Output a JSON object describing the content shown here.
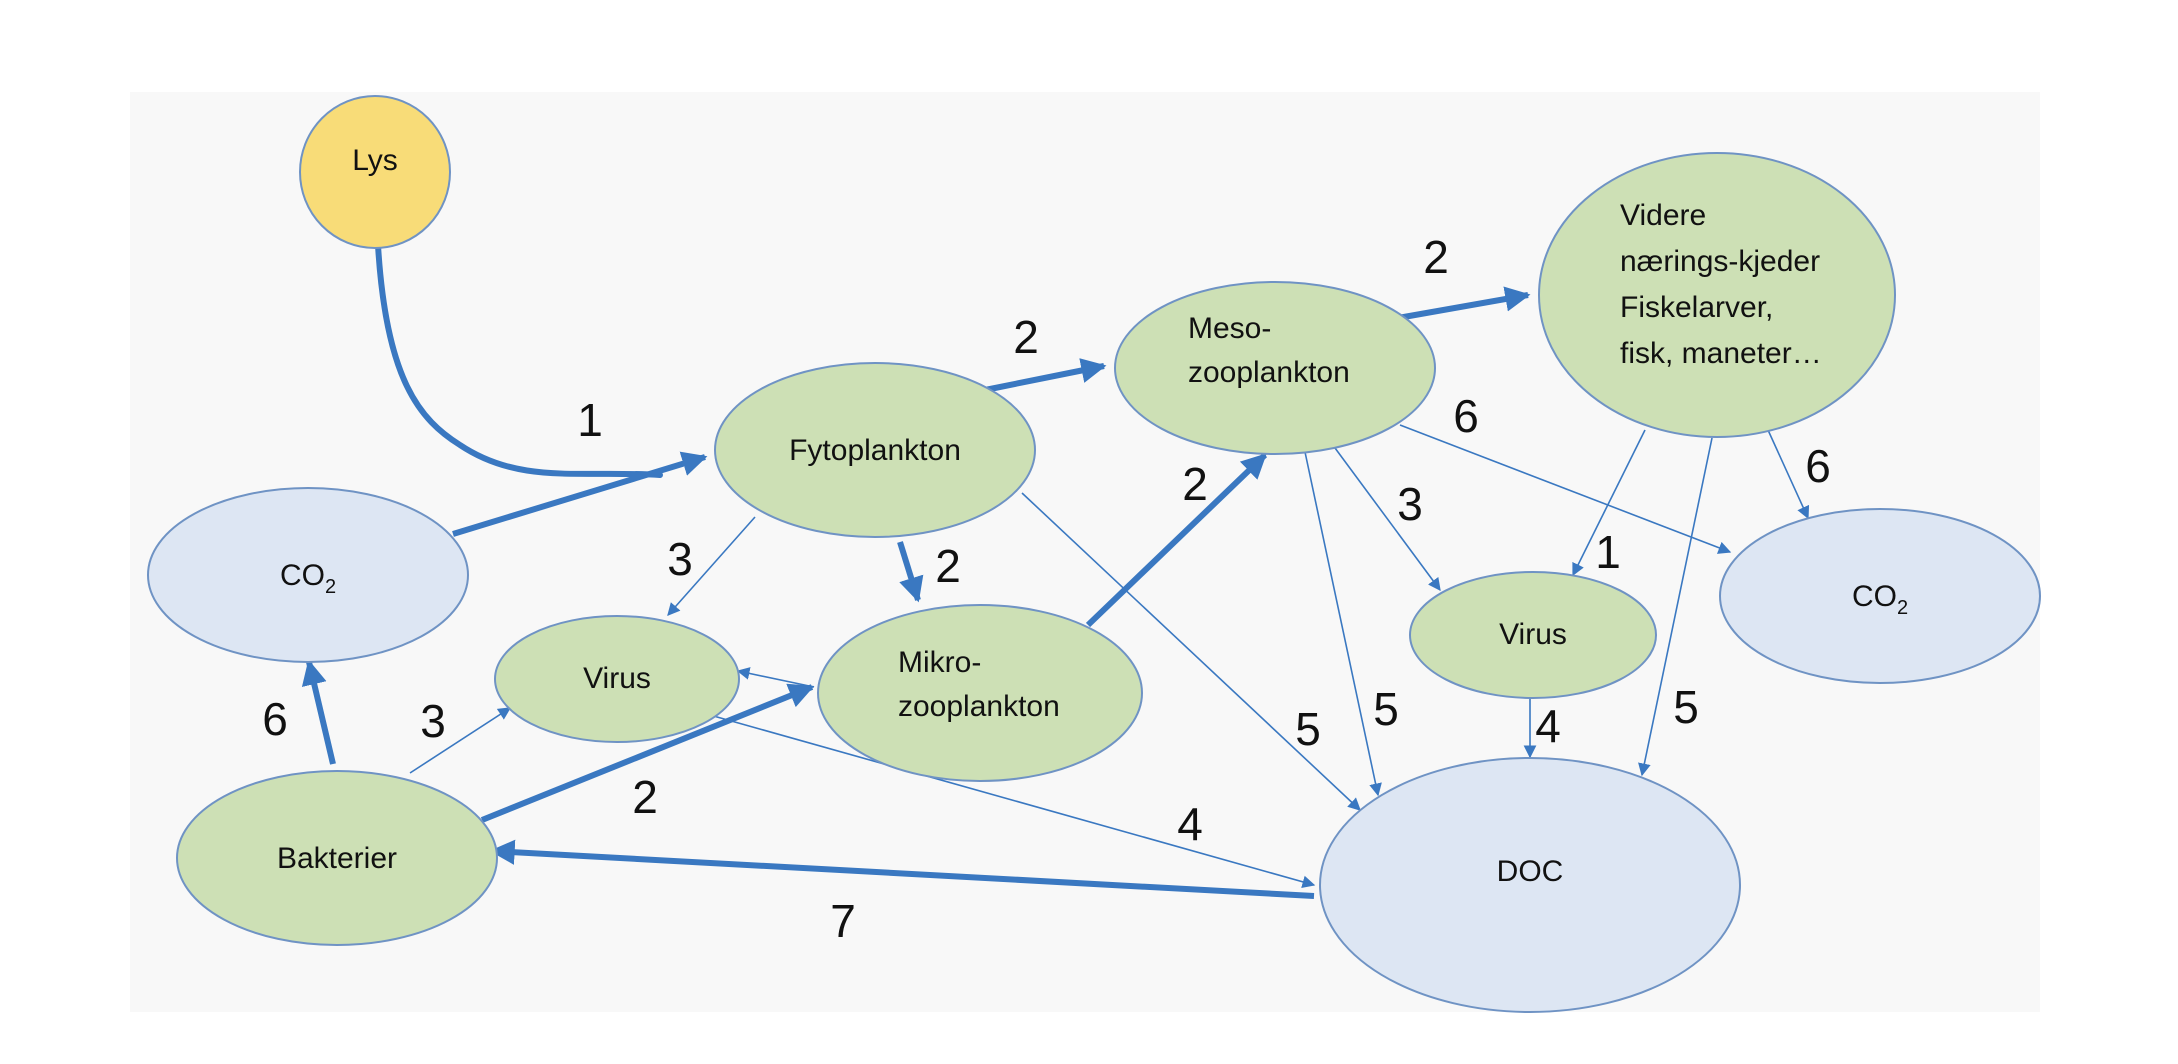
{
  "colors": {
    "green_fill": "#cde0b5",
    "blue_fill": "#dde6f3",
    "yellow_fill": "#f8dc78",
    "node_stroke": "#6f93c4",
    "arrow": "#3a78c1",
    "panel": "#f8f8f8"
  },
  "nodes": {
    "lys": {
      "lines": [
        "Lys"
      ],
      "fill": "yellow"
    },
    "fytoplankton": {
      "lines": [
        "Fytoplankton"
      ],
      "fill": "green"
    },
    "mesozooplankton": {
      "lines": [
        "Meso-",
        "zooplankton"
      ],
      "fill": "green"
    },
    "videre": {
      "lines": [
        "Videre",
        "nærings-kjeder",
        "Fiskelarver,",
        "fisk, maneter…"
      ],
      "fill": "green"
    },
    "co2_left": {
      "label": "CO",
      "sub": "2",
      "fill": "blue"
    },
    "co2_right": {
      "label": "CO",
      "sub": "2",
      "fill": "blue"
    },
    "virus_left": {
      "lines": [
        "Virus"
      ],
      "fill": "green"
    },
    "mikrozooplankton": {
      "lines": [
        "Mikro-",
        "zooplankton"
      ],
      "fill": "green"
    },
    "virus_right": {
      "lines": [
        "Virus"
      ],
      "fill": "green"
    },
    "bakterier": {
      "lines": [
        "Bakterier"
      ],
      "fill": "green"
    },
    "doc": {
      "lines": [
        "DOC"
      ],
      "fill": "blue"
    }
  },
  "edges": [
    {
      "from": "lys",
      "to": "fytoplankton",
      "label": "1",
      "weight": "thick"
    },
    {
      "from": "co2_left",
      "to": "fytoplankton",
      "label": "",
      "weight": "thick"
    },
    {
      "from": "fytoplankton",
      "to": "mesozooplankton",
      "label": "2",
      "weight": "thick"
    },
    {
      "from": "mesozooplankton",
      "to": "videre",
      "label": "2",
      "weight": "thick"
    },
    {
      "from": "fytoplankton",
      "to": "mikrozooplankton",
      "label": "2",
      "weight": "thick"
    },
    {
      "from": "mikrozooplankton",
      "to": "mesozooplankton",
      "label": "2",
      "weight": "thick"
    },
    {
      "from": "bakterier",
      "to": "mikrozooplankton",
      "label": "2",
      "weight": "thick"
    },
    {
      "from": "bakterier",
      "to": "co2_left",
      "label": "6",
      "weight": "thick"
    },
    {
      "from": "doc",
      "to": "bakterier",
      "label": "7",
      "weight": "thick"
    },
    {
      "from": "fytoplankton",
      "to": "virus_left",
      "label": "3",
      "weight": "thin"
    },
    {
      "from": "bakterier",
      "to": "virus_left",
      "label": "3",
      "weight": "thin"
    },
    {
      "from": "mikrozooplankton",
      "to": "virus_left",
      "label": "",
      "weight": "thin"
    },
    {
      "from": "virus_left",
      "to": "doc",
      "label": "4",
      "weight": "thin"
    },
    {
      "from": "fytoplankton",
      "to": "doc",
      "label": "5",
      "weight": "thin"
    },
    {
      "from": "mesozooplankton",
      "to": "doc",
      "label": "5",
      "weight": "thin"
    },
    {
      "from": "mesozooplankton",
      "to": "virus_right",
      "label": "3",
      "weight": "thin"
    },
    {
      "from": "mesozooplankton",
      "to": "co2_right",
      "label": "6",
      "weight": "thin"
    },
    {
      "from": "videre",
      "to": "virus_right",
      "label": "1",
      "weight": "thin"
    },
    {
      "from": "videre",
      "to": "doc",
      "label": "5",
      "weight": "thin"
    },
    {
      "from": "videre",
      "to": "co2_right",
      "label": "6",
      "weight": "thin"
    },
    {
      "from": "virus_right",
      "to": "doc",
      "label": "4",
      "weight": "thin"
    }
  ]
}
